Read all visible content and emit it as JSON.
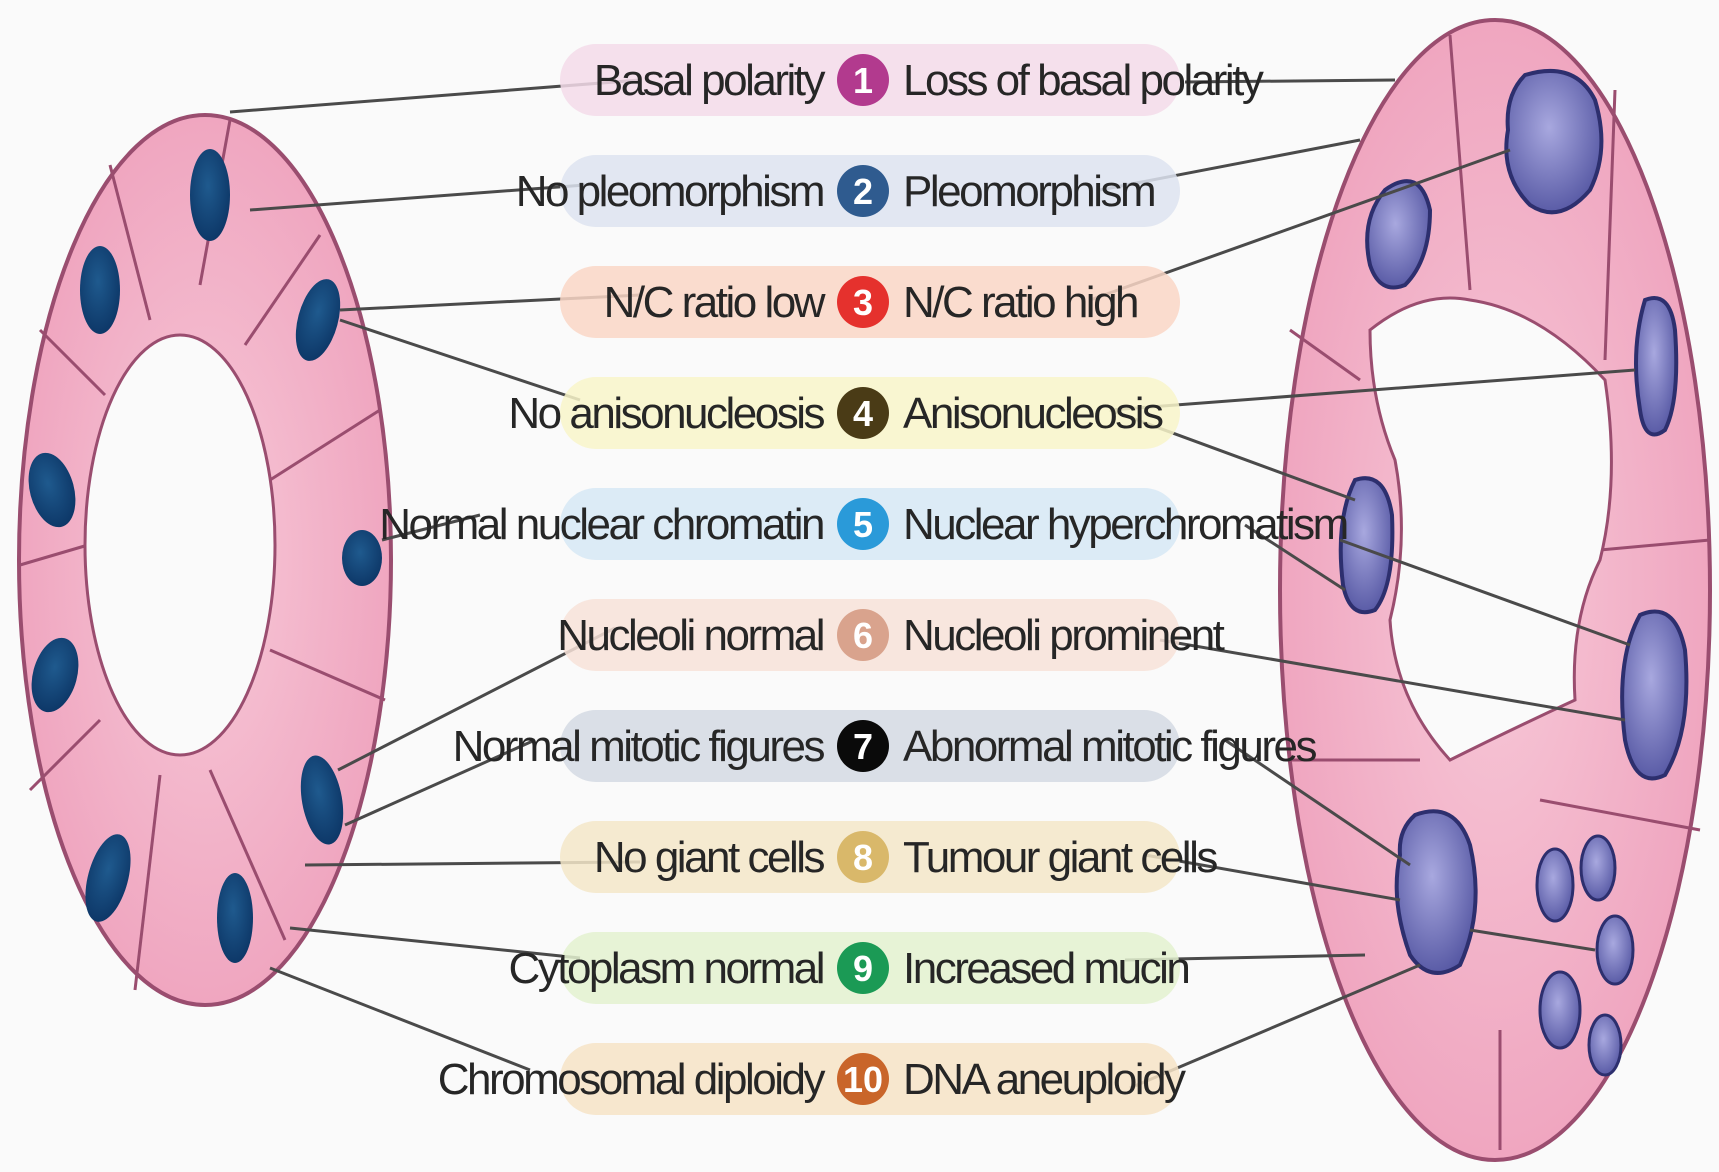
{
  "rows": [
    {
      "number": "1",
      "left": "Basal polarity",
      "right": "Loss of basal polarity",
      "color": "#b23a8e",
      "band": "#f3dbe9"
    },
    {
      "number": "2",
      "left": "No pleomorphism",
      "right": "Pleomorphism",
      "color": "#2f5b8f",
      "band": "#dde3f0"
    },
    {
      "number": "3",
      "left": "N/C ratio low",
      "right": "N/C ratio high",
      "color": "#e5312d",
      "band": "#f9d6c6"
    },
    {
      "number": "4",
      "left": "No anisonucleosis",
      "right": "Anisonucleosis",
      "color": "#4a3b16",
      "band": "#f8f4c9"
    },
    {
      "number": "5",
      "left": "Normal nuclear chromatin",
      "right": "Nuclear hyperchromatism",
      "color": "#2a9ad9",
      "band": "#d6e7f4"
    },
    {
      "number": "6",
      "left": "Nucleoli normal",
      "right": "Nucleoli prominent",
      "color": "#d9a38d",
      "band": "#f7e2d8"
    },
    {
      "number": "7",
      "left": "Normal mitotic figures",
      "right": "Abnormal mitotic figures",
      "color": "#0a0a0a",
      "band": "#d4d9e3"
    },
    {
      "number": "8",
      "left": "No giant cells",
      "right": "Tumour giant cells",
      "color": "#d9b86a",
      "band": "#f3e6c8"
    },
    {
      "number": "9",
      "left": "Cytoplasm normal",
      "right": "Increased mucin",
      "color": "#1b9a55",
      "band": "#e3f1cf"
    },
    {
      "number": "10",
      "left": "Chromosomal diploidy",
      "right": "DNA aneuploidy",
      "color": "#c9652a",
      "band": "#f6e3c6"
    }
  ]
}
